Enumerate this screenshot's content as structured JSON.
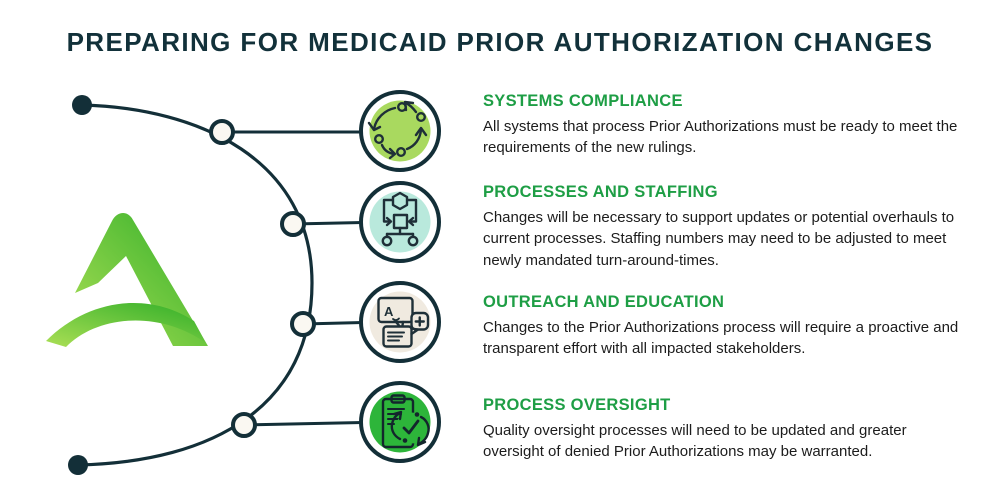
{
  "title": "PREPARING FOR MEDICAID PRIOR AUTHORIZATION CHANGES",
  "colors": {
    "dark_navy": "#132f38",
    "accent_green": "#1e9e45",
    "body_text": "#1c1c1c",
    "node_fill": "#faf8f2",
    "logo_green_light": "#abdf55",
    "logo_green_dark": "#2fae28"
  },
  "logo": {
    "name": "green-arch-a-logo"
  },
  "sections": [
    {
      "heading": "SYSTEMS COMPLIANCE",
      "body": "All systems that process Prior Authorizations must be ready to meet the requirements of the new rulings.",
      "icon": "cycle-arrows-icon",
      "icon_bg": "#a9d95f"
    },
    {
      "heading": "PROCESSES AND STAFFING",
      "body": "Changes will be necessary to support updates or potential overhauls to current processes. Staffing numbers may need to be adjusted to meet newly mandated turn-around-times.",
      "icon": "workflow-diagram-icon",
      "icon_bg": "#b9e9dc"
    },
    {
      "heading": "OUTREACH AND EDUCATION",
      "body": "Changes to the Prior Authorizations process will require a proactive and transparent effort with all impacted stakeholders.",
      "icon": "speech-bubbles-icon",
      "icon_bg": "#f0eae0",
      "icon_letter": "A"
    },
    {
      "heading": "PROCESS OVERSIGHT",
      "body": "Quality oversight processes will need to be updated and greater oversight of denied Prior Authorizations may be warranted.",
      "icon": "clipboard-check-icon",
      "icon_bg": "#2db53a"
    }
  ]
}
